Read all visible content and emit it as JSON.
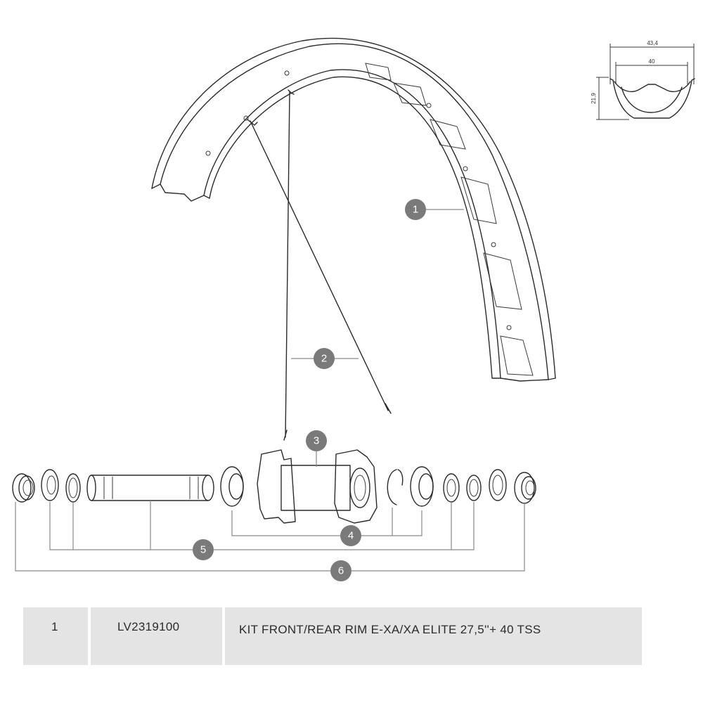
{
  "profile_dimensions": {
    "outer_width": "43,4",
    "inner_width": "40",
    "height": "21,9"
  },
  "callouts": [
    "1",
    "2",
    "3",
    "4",
    "5",
    "6"
  ],
  "parts_table": {
    "rows": [
      {
        "number": "1",
        "reference": "LV2319100",
        "description": "KIT FRONT/REAR RIM E-XA/XA ELITE 27,5''+ 40 TSS"
      }
    ]
  }
}
